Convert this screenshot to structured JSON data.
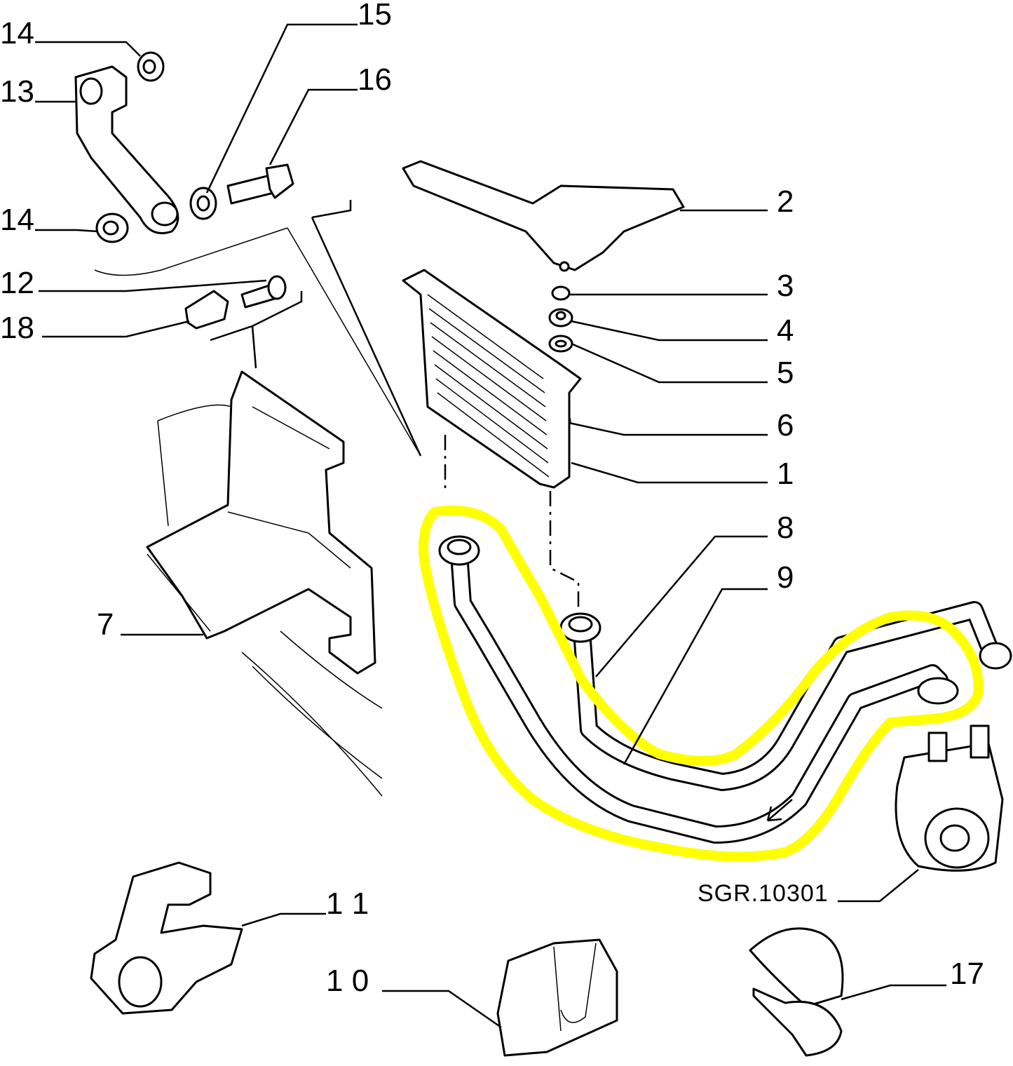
{
  "diagram": {
    "reference_code": "SGR.10301",
    "highlight_color": "#ffff00",
    "callouts": [
      {
        "id": "14a",
        "label": "14"
      },
      {
        "id": "13",
        "label": "13"
      },
      {
        "id": "14b",
        "label": "14"
      },
      {
        "id": "12",
        "label": "12"
      },
      {
        "id": "18",
        "label": "18"
      },
      {
        "id": "15",
        "label": "15"
      },
      {
        "id": "16",
        "label": "16"
      },
      {
        "id": "2",
        "label": "2"
      },
      {
        "id": "3",
        "label": "3"
      },
      {
        "id": "4",
        "label": "4"
      },
      {
        "id": "5",
        "label": "5"
      },
      {
        "id": "6",
        "label": "6"
      },
      {
        "id": "1",
        "label": "1"
      },
      {
        "id": "8",
        "label": "8"
      },
      {
        "id": "9",
        "label": "9"
      },
      {
        "id": "7",
        "label": "7"
      },
      {
        "id": "11",
        "label": "1 1"
      },
      {
        "id": "10",
        "label": "1 0"
      },
      {
        "id": "17",
        "label": "17"
      }
    ]
  }
}
